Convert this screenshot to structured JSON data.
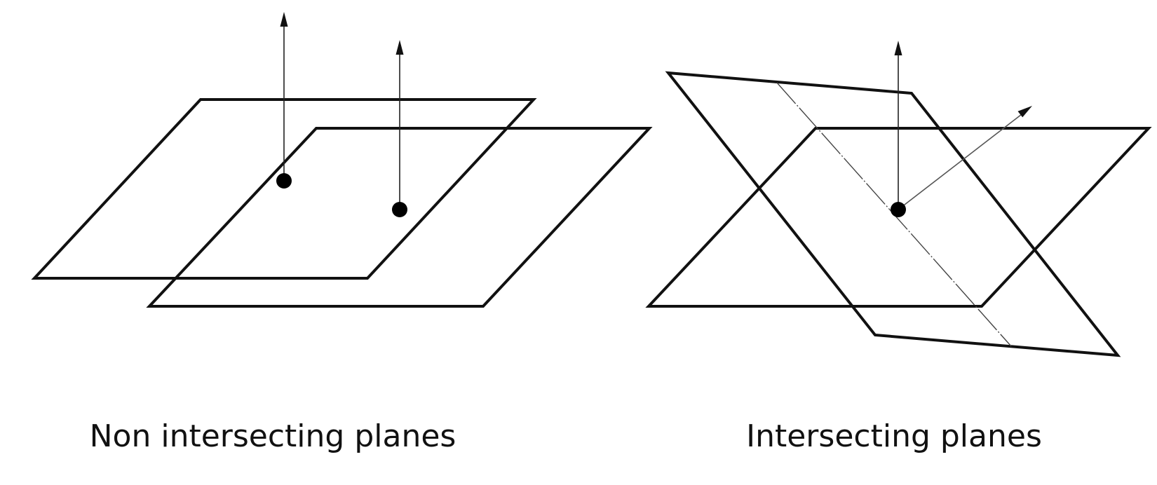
{
  "diagrams": [
    {
      "id": "left",
      "caption": "Non intersecting planes"
    },
    {
      "id": "right",
      "caption": "Intersecting planes"
    }
  ],
  "colors": {
    "stroke": "#111111",
    "background": "#ffffff"
  }
}
